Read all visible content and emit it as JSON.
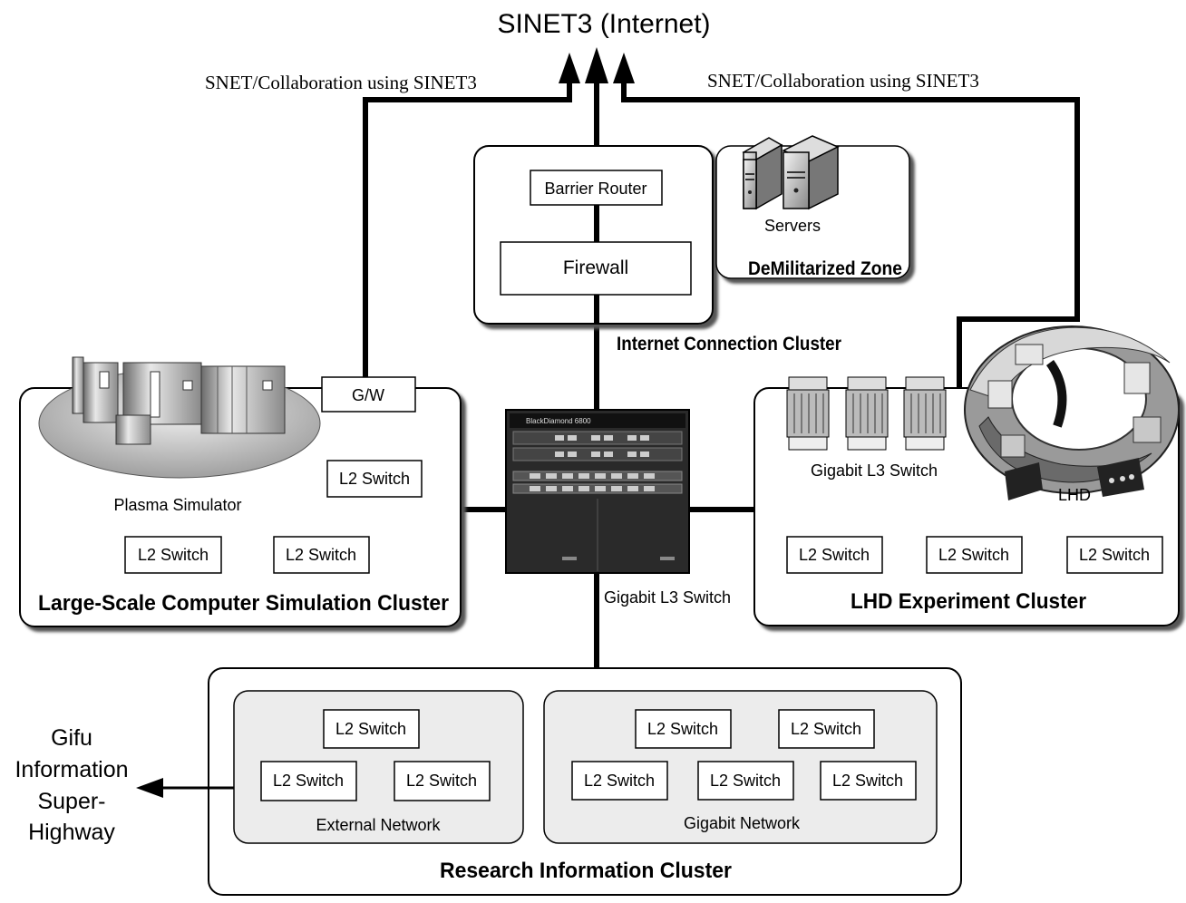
{
  "title": "SINET3 (Internet)",
  "uplinks": {
    "left": "SNET/Collaboration using SINET3",
    "right": "SNET/Collaboration using SINET3"
  },
  "internet_cluster": {
    "name": "Internet Connection Cluster",
    "barrier_router": "Barrier Router",
    "firewall": "Firewall"
  },
  "dmz": {
    "name": "DeMilitarized Zone",
    "servers_label": "Servers"
  },
  "core_switch": {
    "label": "Gigabit L3 Switch",
    "brand": "BlackDiamond 6800"
  },
  "simulation_cluster": {
    "name": "Large-Scale Computer Simulation Cluster",
    "gateway": "G/W",
    "plasma": "Plasma Simulator",
    "switches": [
      "L2 Switch",
      "L2 Switch",
      "L2 Switch"
    ]
  },
  "lhd_cluster": {
    "name": "LHD Experiment Cluster",
    "l3_label": "Gigabit L3 Switch",
    "lhd_label": "LHD",
    "switches": [
      "L2 Switch",
      "L2 Switch",
      "L2 Switch"
    ]
  },
  "research_cluster": {
    "name": "Research Information Cluster",
    "external": {
      "name": "External Network",
      "switches": [
        "L2 Switch",
        "L2 Switch",
        "L2 Switch"
      ]
    },
    "gigabit": {
      "name": "Gigabit Network",
      "switches": [
        "L2 Switch",
        "L2 Switch",
        "L2 Switch",
        "L2 Switch",
        "L2 Switch"
      ]
    }
  },
  "gifu": {
    "lines": [
      "Gifu",
      "Information",
      "Super-",
      "Highway"
    ]
  }
}
